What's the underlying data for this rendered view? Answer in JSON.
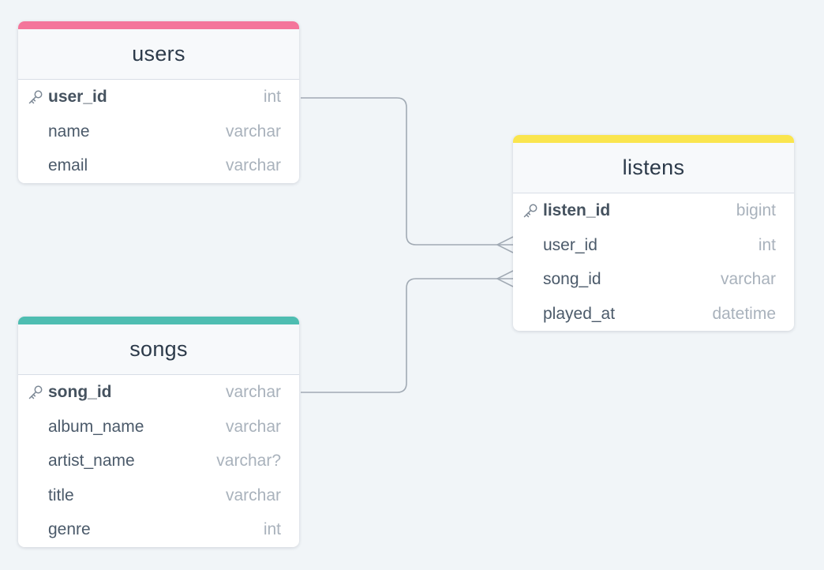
{
  "colors": {
    "background": "#f1f5f8",
    "edge": "#a1aab4"
  },
  "tables": {
    "users": {
      "title": "users",
      "accent": "#f4759b",
      "fields": [
        {
          "name": "user_id",
          "type": "int",
          "pk": true
        },
        {
          "name": "name",
          "type": "varchar",
          "pk": false
        },
        {
          "name": "email",
          "type": "varchar",
          "pk": false
        }
      ]
    },
    "songs": {
      "title": "songs",
      "accent": "#4ebdb1",
      "fields": [
        {
          "name": "song_id",
          "type": "varchar",
          "pk": true
        },
        {
          "name": "album_name",
          "type": "varchar",
          "pk": false
        },
        {
          "name": "artist_name",
          "type": "varchar?",
          "pk": false
        },
        {
          "name": "title",
          "type": "varchar",
          "pk": false
        },
        {
          "name": "genre",
          "type": "int",
          "pk": false
        }
      ]
    },
    "listens": {
      "title": "listens",
      "accent": "#fae54e",
      "fields": [
        {
          "name": "listen_id",
          "type": "bigint",
          "pk": true
        },
        {
          "name": "user_id",
          "type": "int",
          "pk": false
        },
        {
          "name": "song_id",
          "type": "varchar",
          "pk": false
        },
        {
          "name": "played_at",
          "type": "datetime",
          "pk": false
        }
      ]
    }
  },
  "relationships": [
    {
      "from_table": "users",
      "from_field": "user_id",
      "to_table": "listens",
      "to_field": "user_id",
      "cardinality": "one-to-many"
    },
    {
      "from_table": "songs",
      "from_field": "song_id",
      "to_table": "listens",
      "to_field": "song_id",
      "cardinality": "one-to-many"
    }
  ],
  "icons": {
    "primary_key": "key-icon"
  }
}
